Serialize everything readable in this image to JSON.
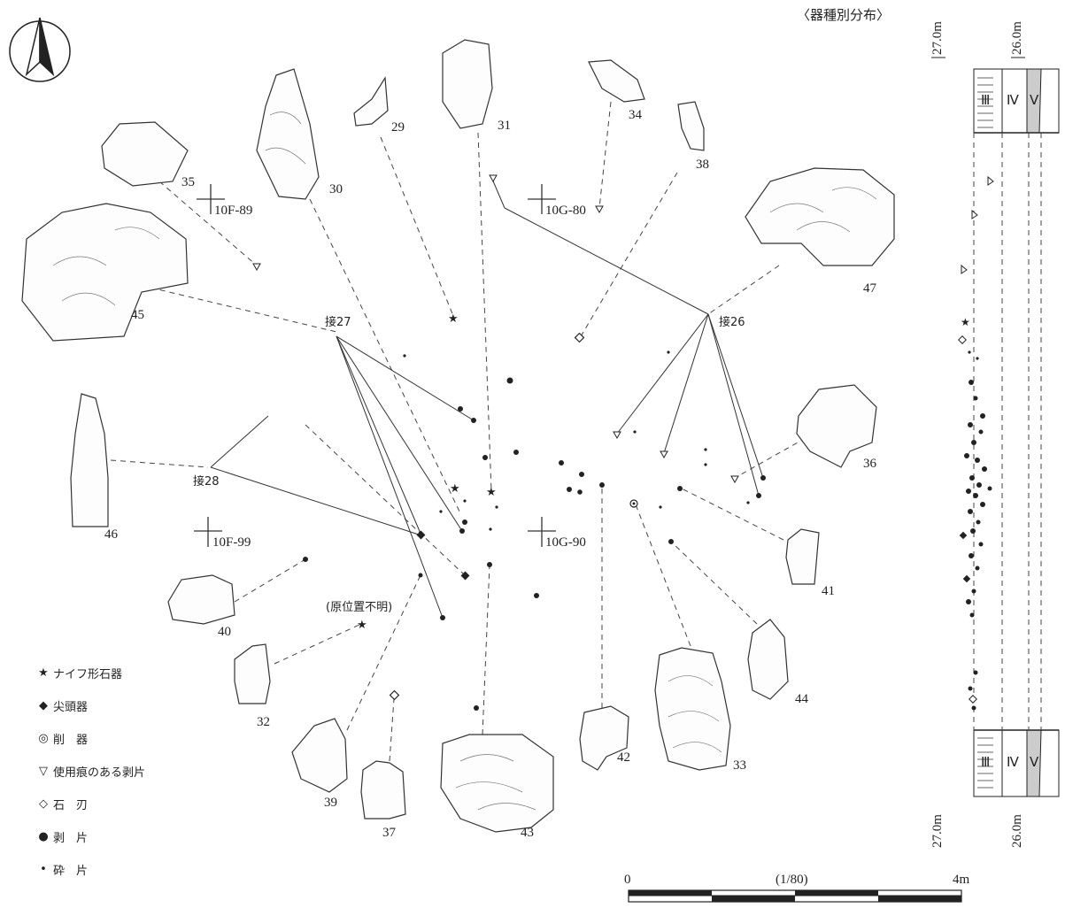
{
  "title": "〈器種別分布〉",
  "grid_labels": [
    "10F-89",
    "10G-80",
    "10F-99",
    "10G-90"
  ],
  "refit_labels": [
    "接27",
    "接26",
    "接28"
  ],
  "note": "(原位置不明)",
  "artifacts": [
    "29",
    "30",
    "31",
    "34",
    "35",
    "38",
    "45",
    "47",
    "36",
    "46",
    "41",
    "40",
    "44",
    "32",
    "42",
    "33",
    "39",
    "37",
    "43"
  ],
  "legend": [
    {
      "symbol": "★",
      "label": "ナイフ形石器"
    },
    {
      "symbol": "◆",
      "label": "尖頭器"
    },
    {
      "symbol": "◎",
      "label": "削　器"
    },
    {
      "symbol": "▽",
      "label": "使用痕のある剥片"
    },
    {
      "symbol": "◇",
      "label": "石　刃"
    },
    {
      "symbol": "●",
      "label": "剥　片"
    },
    {
      "symbol": "•",
      "label": "砕　片"
    }
  ],
  "scale": {
    "left": "0",
    "middle": "(1/80)",
    "right": "4m"
  },
  "section": {
    "top_left": "27.0m",
    "top_right": "26.0m",
    "bottom_left": "27.0m",
    "bottom_right": "26.0m",
    "layers": [
      "Ⅲ",
      "Ⅳ",
      "Ⅴ"
    ]
  },
  "north_arrow": "north-arrow-icon"
}
